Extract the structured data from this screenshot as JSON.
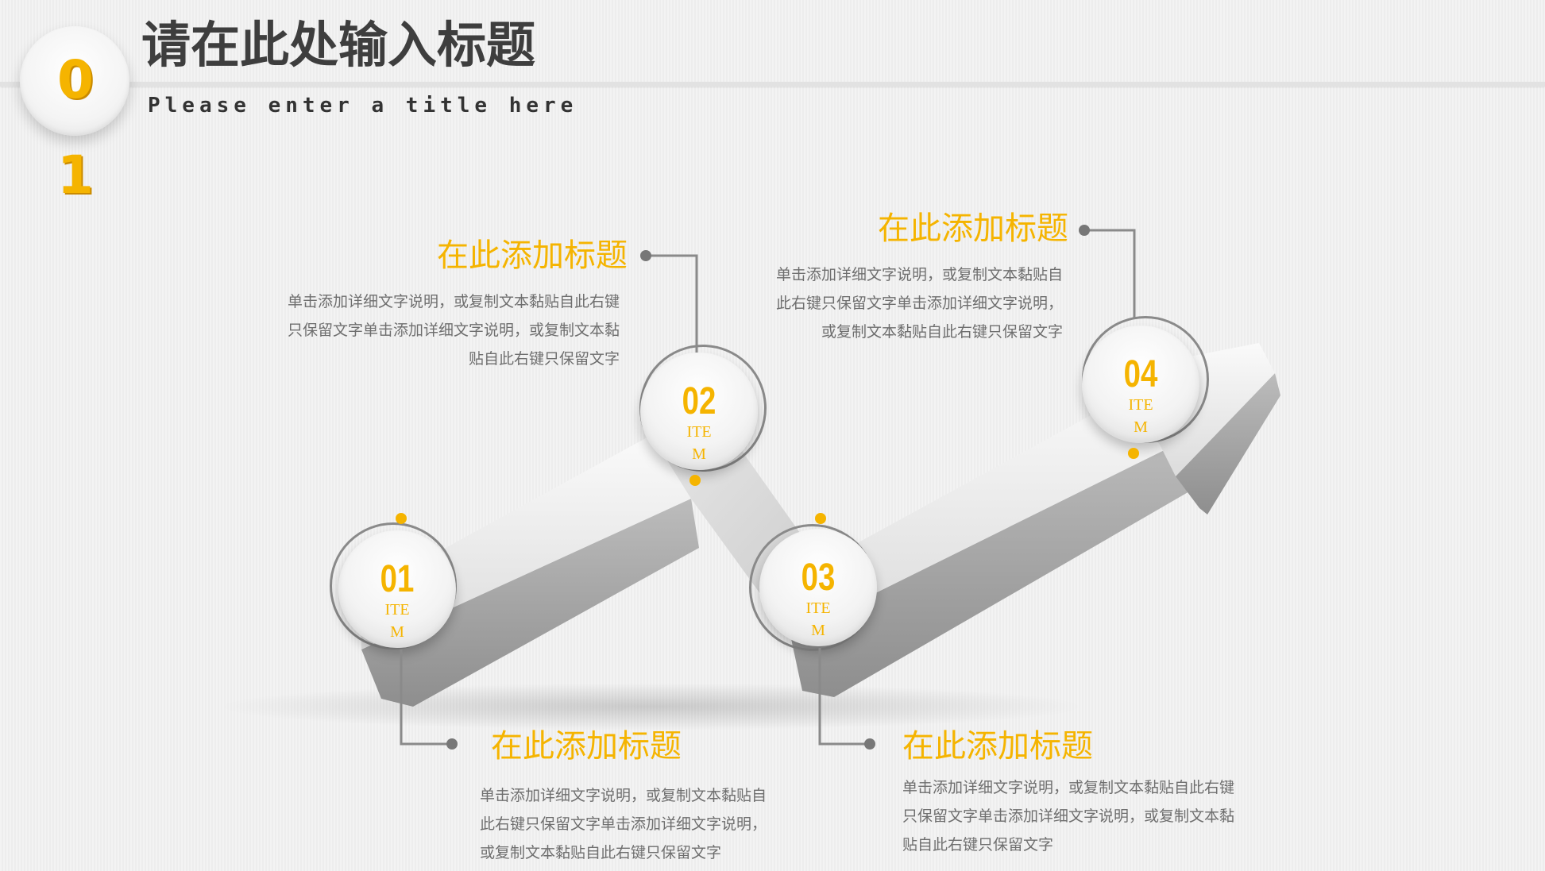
{
  "header": {
    "number": [
      "0",
      "1"
    ],
    "title": "请在此处输入标题",
    "subtitle": "Please enter a title here"
  },
  "colors": {
    "accent": "#f5b400",
    "title_text": "#3e3e3e",
    "body_text": "#6e6e6e",
    "connector": "#8a8a8a"
  },
  "steps": [
    {
      "number": "01",
      "item": [
        "ITE",
        "M"
      ]
    },
    {
      "number": "02",
      "item": [
        "ITE",
        "M"
      ]
    },
    {
      "number": "03",
      "item": [
        "ITE",
        "M"
      ]
    },
    {
      "number": "04",
      "item": [
        "ITE",
        "M"
      ]
    }
  ],
  "blocks": [
    {
      "title": "在此添加标题",
      "desc": [
        "单击添加详细文字说明，或复制文本黏贴自此右键",
        "只保留文字单击添加详细文字说明，或复制文本黏",
        "贴自此右键只保留文字"
      ]
    },
    {
      "title": "在此添加标题",
      "desc": [
        "单击添加详细文字说明，或复制文本黏贴自",
        "此右键只保留文字单击添加详细文字说明，",
        "或复制文本黏贴自此右键只保留文字"
      ]
    },
    {
      "title": "在此添加标题",
      "desc": [
        "单击添加详细文字说明，或复制文本黏贴自",
        "此右键只保留文字单击添加详细文字说明，",
        "或复制文本黏贴自此右键只保留文字"
      ]
    },
    {
      "title": "在此添加标题",
      "desc": [
        "单击添加详细文字说明，或复制文本黏贴自此右键",
        "只保留文字单击添加详细文字说明，或复制文本黏",
        "贴自此右键只保留文字"
      ]
    }
  ]
}
